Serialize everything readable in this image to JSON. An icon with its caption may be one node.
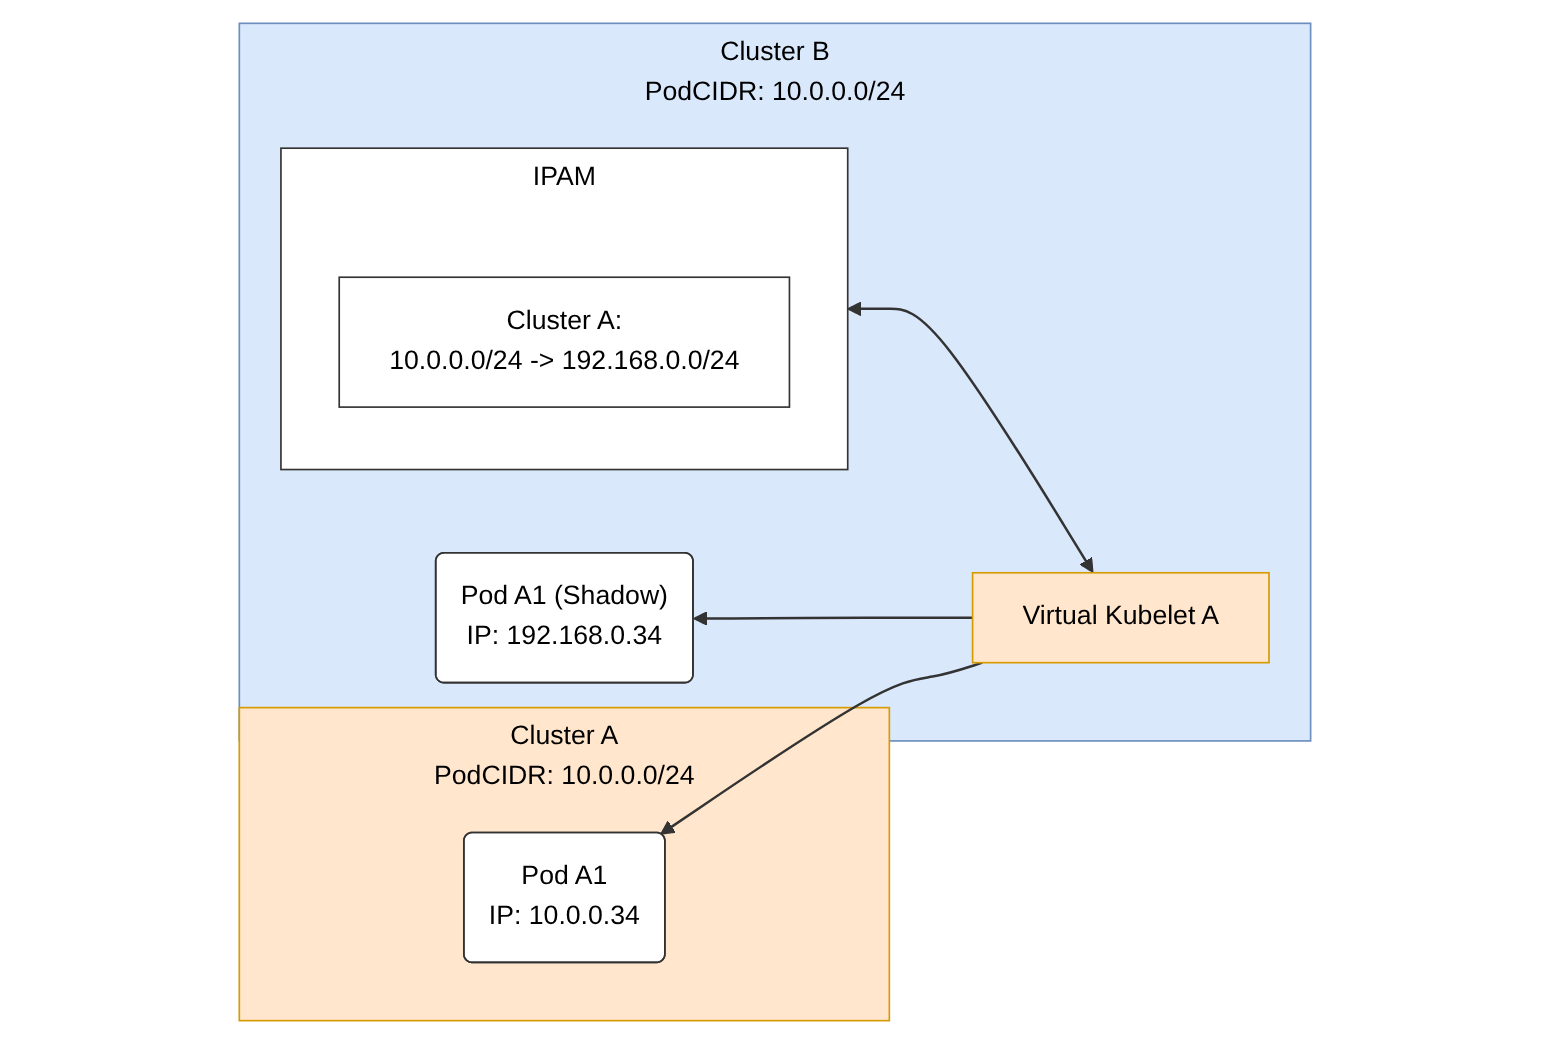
{
  "diagram": {
    "nodes": [
      {
        "text": [
          "Cluster A",
          "PodCIDR: 10.0.0.0/24"
        ]
      },
      {
        "text": [
          "Pod A1",
          "IP: 10.0.0.34"
        ],
        "in": 0
      },
      {
        "text": [
          "Cluster B",
          "PodCIDR: 10.0.0.0/24"
        ]
      },
      {
        "text": [
          "Pod A1 (Shadow)",
          "IP: 192.168.0.34"
        ],
        "in": 2
      },
      {
        "text": [
          "Virtual Kubelet A"
        ],
        "in": 2
      },
      {
        "text": [
          "IPAM"
        ],
        "in": 2
      },
      {
        "text": [
          "Cluster A:",
          "10.0.0.0/24 -> 192.168.0.0/24"
        ],
        "in": 5
      }
    ],
    "edges": [
      {
        "from": 4,
        "to": 1,
        "arrow": "to"
      },
      {
        "from": 4,
        "to": 3,
        "arrow": "to"
      },
      {
        "from": 4,
        "to": 5,
        "arrow": "both"
      }
    ]
  }
}
